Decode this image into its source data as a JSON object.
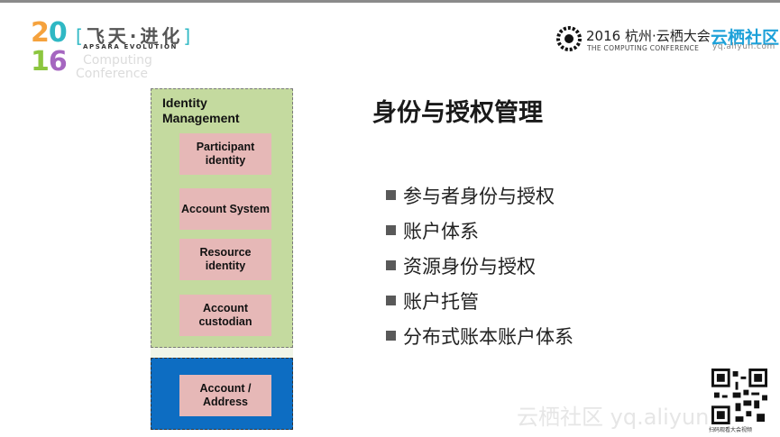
{
  "brand_left": {
    "year_top": "20",
    "year_bottom": "16",
    "name_cn": "飞天·进化",
    "name_en": "APSARA EVOLUTION",
    "ghost_1": "Computing",
    "ghost_2": "Conference"
  },
  "brand_right": {
    "conf_title": "2016 杭州·云栖大会",
    "conf_en": "THE COMPUTING CONFERENCE",
    "yunqi": "云栖社区",
    "url": "yq.aliyun.com"
  },
  "diagram": {
    "title": "Identity Management",
    "boxes": [
      "Participant identity",
      "Account System",
      "Resource identity",
      "Account custodian"
    ],
    "bottom_box": "Account / Address"
  },
  "heading": "身份与授权管理",
  "bullets": [
    "参与者身份与授权",
    "账户体系",
    "资源身份与授权",
    "账户托管",
    "分布式账本账户体系"
  ],
  "watermark": "云栖社区 yq.aliyun",
  "qr_caption": "扫码观看大会视频",
  "colors": {
    "green_panel": "#c4da9f",
    "pink_box": "#e6b8b7",
    "blue_panel": "#0d6dc2",
    "accent_blue": "#1da1d9"
  }
}
